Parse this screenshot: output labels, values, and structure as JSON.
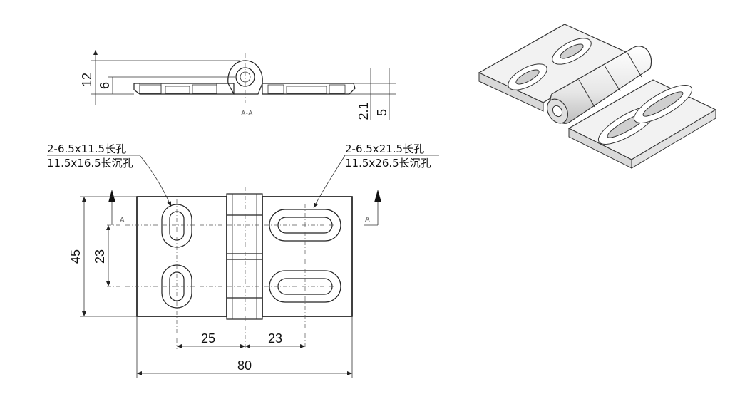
{
  "section": {
    "label": "A-A",
    "marker_left": "A",
    "marker_right": "A"
  },
  "dimensions": {
    "total_height": "12",
    "hinge_offset": "6",
    "plate_thickness": "2.1",
    "leaf_thickness": "5",
    "width_45": "45",
    "slot_pitch": "23",
    "left_slot_x": "25",
    "right_slot_x": "23",
    "total_width": "80"
  },
  "callouts": {
    "left_line1": "2-6.5x11.5长孔",
    "left_line2": "11.5x16.5长沉孔",
    "right_line1": "2-6.5x21.5长孔",
    "right_line2": "11.5x26.5长沉孔"
  },
  "colors": {
    "line": "#222222",
    "plate": "#f4f4f4",
    "hinge": "#e8e8e8"
  }
}
